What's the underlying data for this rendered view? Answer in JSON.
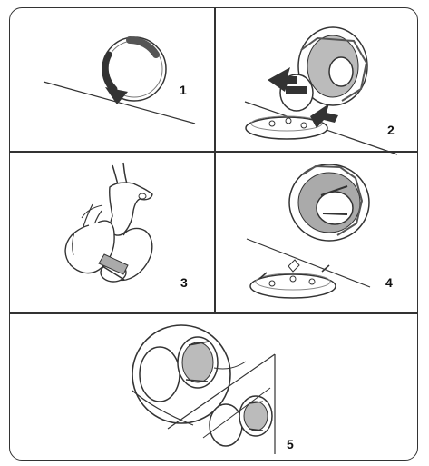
{
  "steps": [
    {
      "number": "1"
    },
    {
      "number": "2"
    },
    {
      "number": "3"
    },
    {
      "number": "4"
    },
    {
      "number": "5"
    }
  ],
  "colors": {
    "line": "#333333",
    "dark_arrow": "#333333",
    "mid_gray": "#777777",
    "light_gray": "#dddddd"
  }
}
